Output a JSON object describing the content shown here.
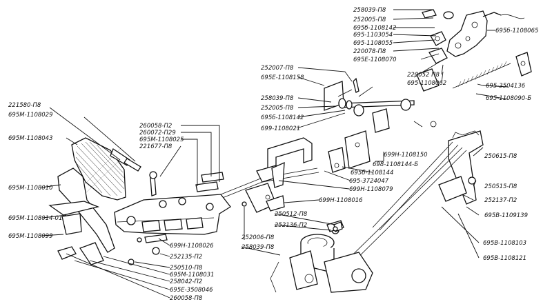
{
  "callouts": {
    "c1": "258039-П8",
    "c2": "252005-П8",
    "c3": "695б-1108142",
    "c4": "695-1103054",
    "c5": "695-1108055",
    "c6": "220078-П8",
    "c7": "695б-1108065",
    "c8": "695Е-1108070",
    "c9": "220052 П8",
    "c10": "695-1108062",
    "c11": "695-3504136",
    "c12": "695-1108090-Б",
    "c13": "252007-П8",
    "c14": "695Е-1108158",
    "c15": "258039-П8",
    "c16": "252005-П8",
    "c17": "695б-1108142",
    "c18": "699-1108021",
    "c19": "221580-П8",
    "c20": "695М-1108029",
    "c21": "695М-1108043",
    "c22": "260058-П2",
    "c23": "260072-П29",
    "c24": "695М-1108025",
    "c25": "221677-П8",
    "c26": "699Н-1108150",
    "c27": "698-1108144-Б",
    "c28": "695б-1108144",
    "c29": "695-3724047",
    "c30": "699Н-1108079",
    "c31": "699Н-1108016",
    "c32": "250615-П8",
    "c33": "250515-П8",
    "c34": "252137-П2",
    "c35": "695В-1109139",
    "c36": "695М-1108010",
    "c37": "695М-1108014-01",
    "c38": "695М-1108099",
    "c39": "699Н-1108026",
    "c40": "252135-П2",
    "c41": "250510-П8",
    "c42": "695М-1108031",
    "c43": "258042-П2",
    "c44": "695Е-3508046",
    "c45": "260058-П8",
    "c46": "250512-П8",
    "c47": "252136-П2",
    "c48": "252006-П8",
    "c49": "258039-П8",
    "c50": "695В-1108103",
    "c51": "695В-1108121"
  }
}
